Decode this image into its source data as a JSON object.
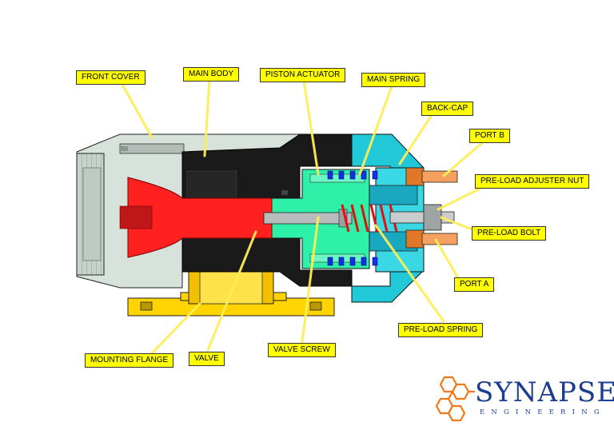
{
  "labels": {
    "front_cover": "FRONT COVER",
    "main_body": "MAIN BODY",
    "piston_actuator": "PISTON ACTUATOR",
    "main_spring": "MAIN SPRING",
    "back_cap": "BACK-CAP",
    "port_b": "PORT B",
    "pre_load_adjuster_nut": "PRE-LOAD ADJUSTER NUT",
    "pre_load_bolt": "PRE-LOAD BOLT",
    "port_a": "PORT A",
    "pre_load_spring": "PRE-LOAD SPRING",
    "mounting_flange": "MOUNTING FLANGE",
    "valve": "VALVE",
    "valve_screw": "VALVE SCREW"
  },
  "logo": {
    "name": "SYNAPSE",
    "subtitle": "ENGINEERING"
  },
  "colors": {
    "label_fill": "#ffff00",
    "leader_line": "#ffee55",
    "cover": "#d6e2da",
    "main_body": "#1a1a1a",
    "valve": "#ff2020",
    "piston": "#2ef0a8",
    "back_cap": "#20c8d8",
    "flange": "#ffd400",
    "spring_main": "#1530e0",
    "spring_preload": "#e01010",
    "port": "#f09040",
    "logo_blue": "#1a3d8f",
    "logo_orange": "#f07818"
  }
}
